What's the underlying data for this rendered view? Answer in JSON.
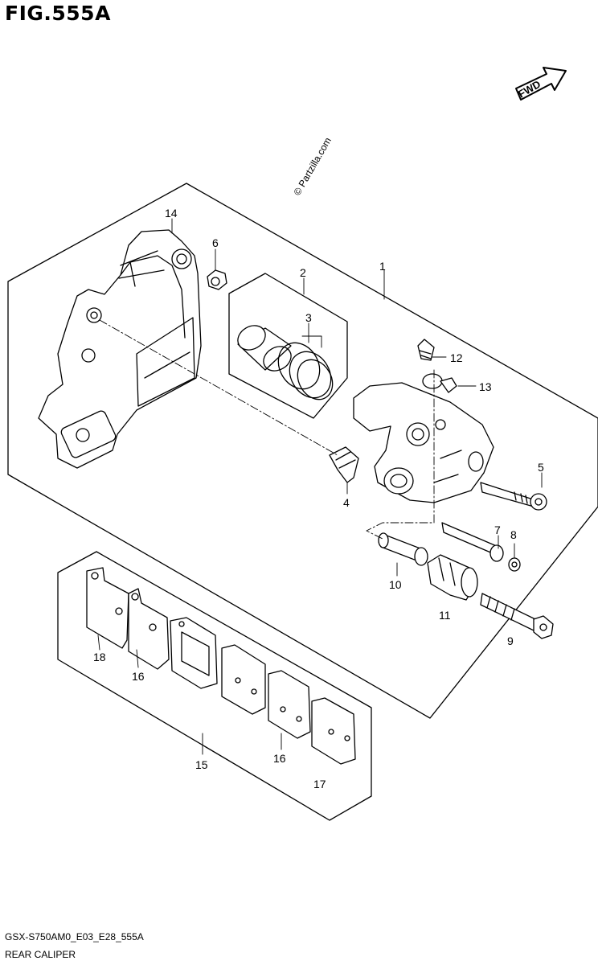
{
  "figure": {
    "title": "FIG.555A",
    "fwd_label": "FWD",
    "watermark": "© Partzilla.com",
    "footer_code": "GSX-S750AM0_E03_E28_555A",
    "footer_name": "REAR CALIPER"
  },
  "callouts": [
    {
      "id": "1",
      "label": "1"
    },
    {
      "id": "2",
      "label": "2"
    },
    {
      "id": "3",
      "label": "3"
    },
    {
      "id": "4",
      "label": "4"
    },
    {
      "id": "5",
      "label": "5"
    },
    {
      "id": "6",
      "label": "6"
    },
    {
      "id": "7",
      "label": "7"
    },
    {
      "id": "8",
      "label": "8"
    },
    {
      "id": "9",
      "label": "9"
    },
    {
      "id": "10",
      "label": "10"
    },
    {
      "id": "11",
      "label": "11"
    },
    {
      "id": "12",
      "label": "12"
    },
    {
      "id": "13",
      "label": "13"
    },
    {
      "id": "14",
      "label": "14"
    },
    {
      "id": "15",
      "label": "15"
    },
    {
      "id": "16a",
      "label": "16"
    },
    {
      "id": "16b",
      "label": "16"
    },
    {
      "id": "17",
      "label": "17"
    },
    {
      "id": "18",
      "label": "18"
    }
  ]
}
